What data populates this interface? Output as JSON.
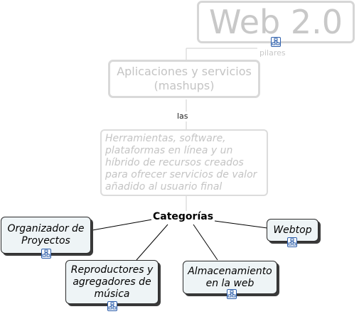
{
  "map": {
    "root": "Web 2.0",
    "link_pilares": "pilares",
    "mashups": "Aplicaciones y servicios (mashups)",
    "link_las": "las",
    "description": "Herramientas, software, plataformas en línea y un híbrido de recursos creados para ofrecer servicios de valor añadido al usuario final",
    "categories_label": "Categorías",
    "leaves": {
      "organizador": "Organizador de Proyectos",
      "webtop": "Webtop",
      "reproductores": "Reproductores y agregadores de música",
      "almacenamiento": "Almacenamiento en la web"
    }
  },
  "icon": "concept-map-icon",
  "colors": {
    "faded_border": "#d9d9d9",
    "faded_text": "#c4c4c4",
    "leaf_fill": "#eef4f6",
    "icon_blue": "#2a5caa"
  }
}
